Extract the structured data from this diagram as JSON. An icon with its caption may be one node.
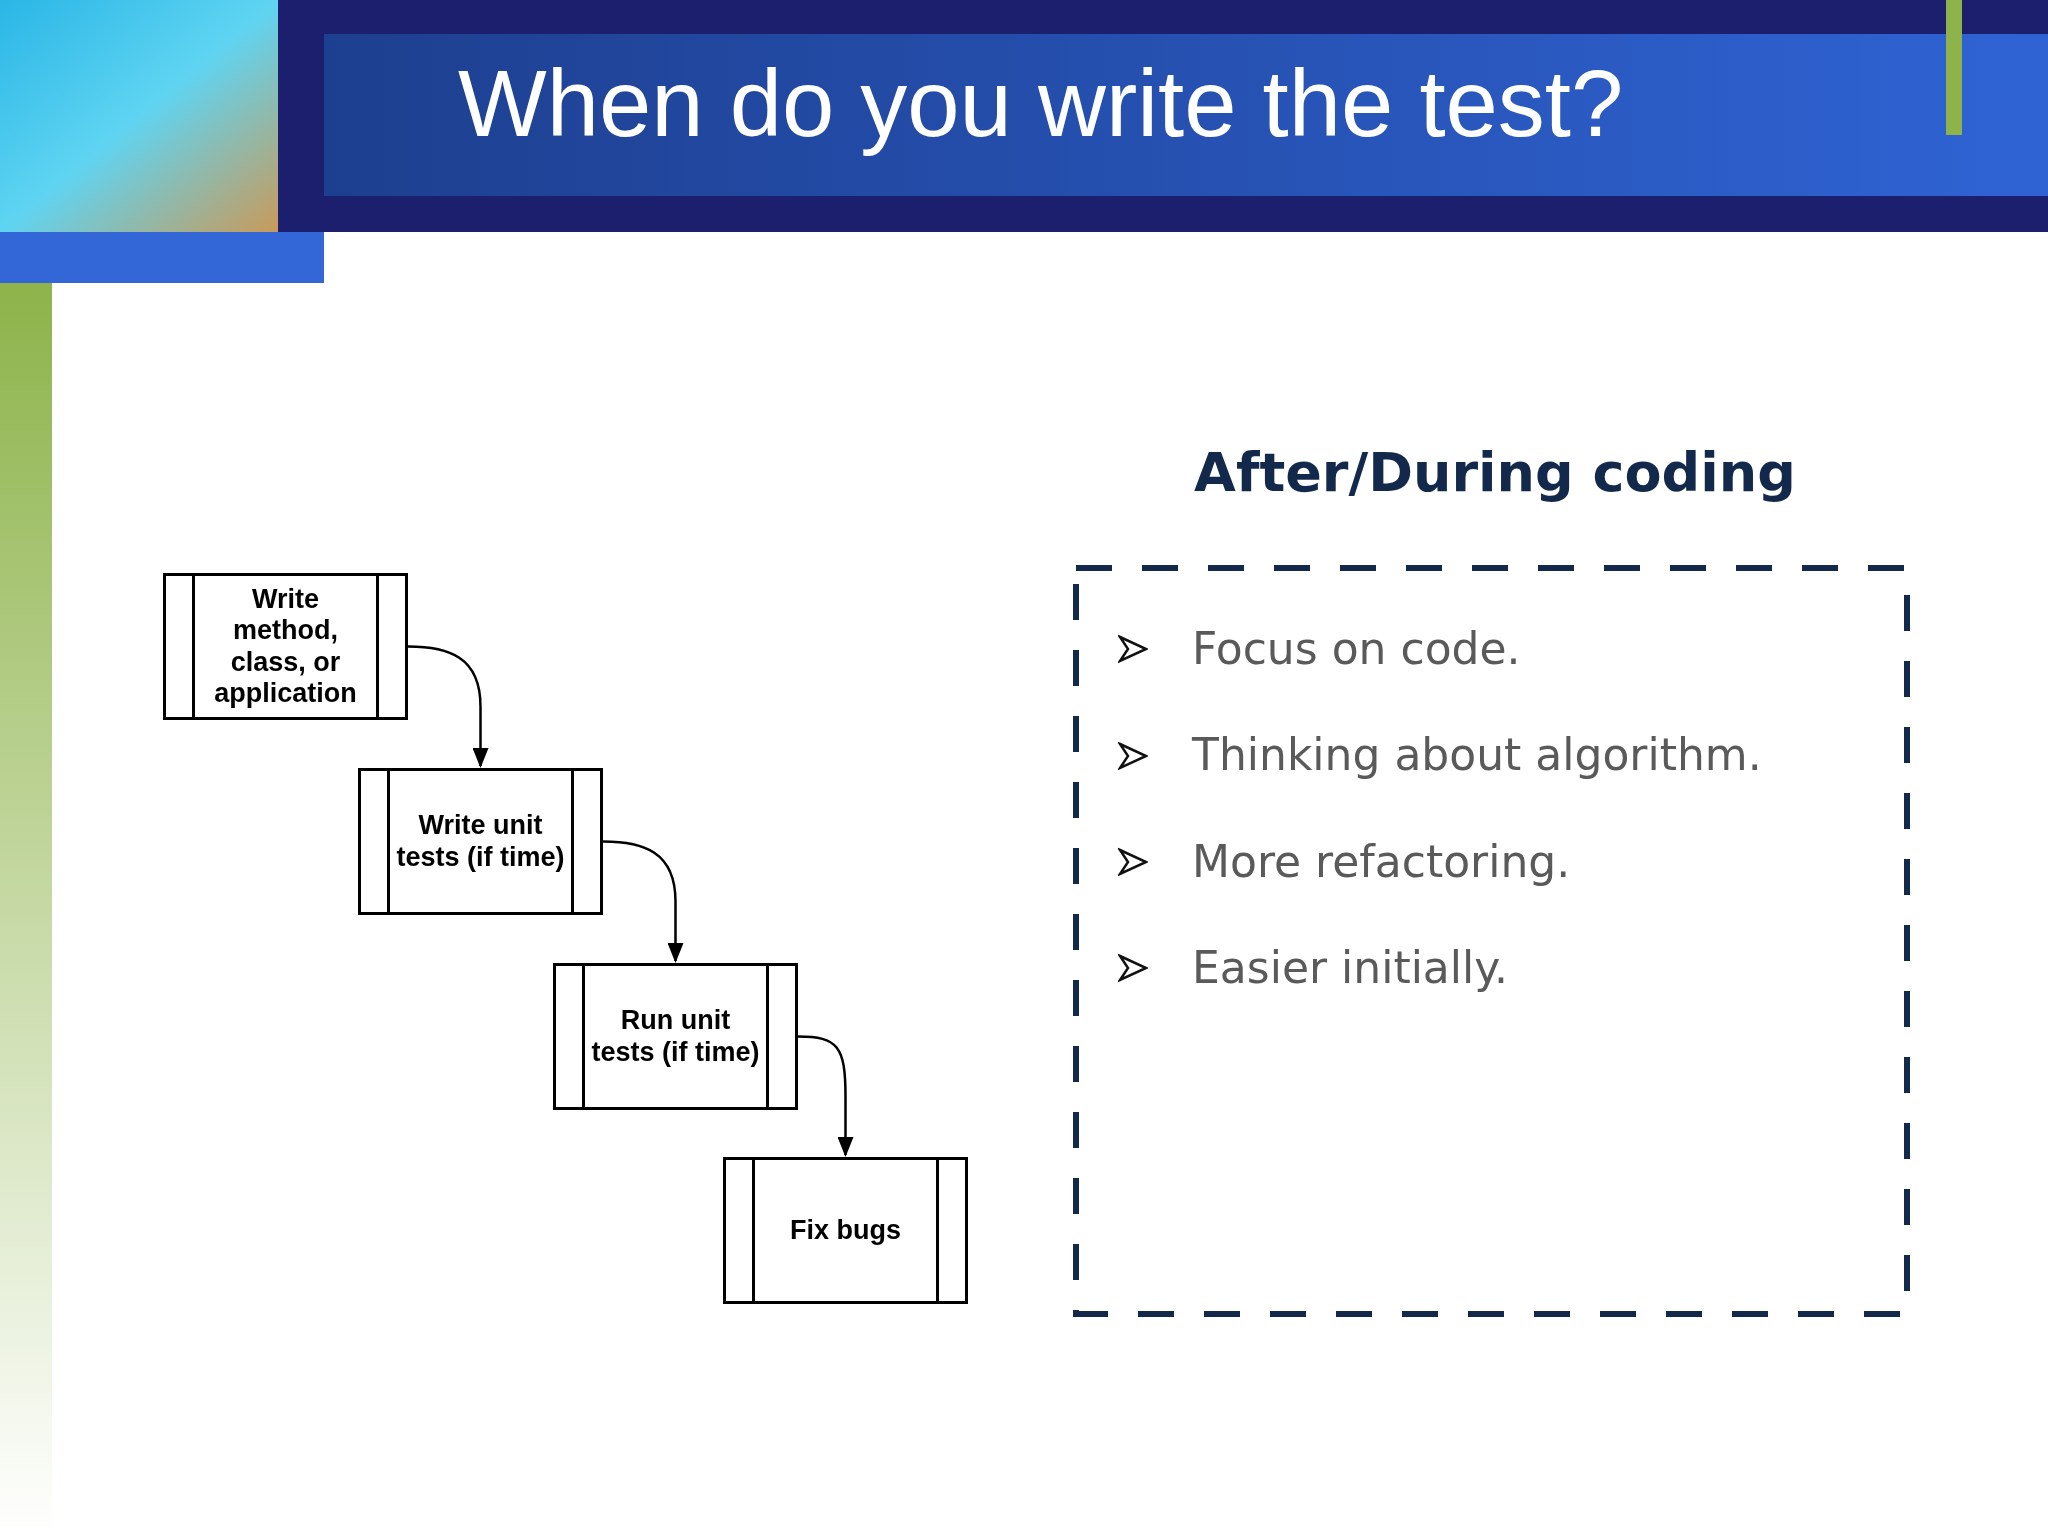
{
  "diagram": {
    "title": "When do you write the test?",
    "nodes": [
      {
        "text": [
          "Write method, class, or application"
        ]
      },
      {
        "text": [
          "Write unit tests (if time)"
        ]
      },
      {
        "text": [
          "Run unit tests (if time)"
        ]
      },
      {
        "text": [
          "Fix bugs"
        ]
      },
      {
        "text": [
          "Focus on code.",
          "Thinking about algorithm.",
          "More refactoring.",
          "Easier initially."
        ]
      }
    ],
    "edges": [
      {
        "from": 0,
        "to": 1,
        "arrow": "to"
      },
      {
        "from": 1,
        "to": 2,
        "arrow": "to"
      },
      {
        "from": 2,
        "to": 3,
        "arrow": "to"
      }
    ],
    "labels": [
      "After/During coding"
    ]
  }
}
